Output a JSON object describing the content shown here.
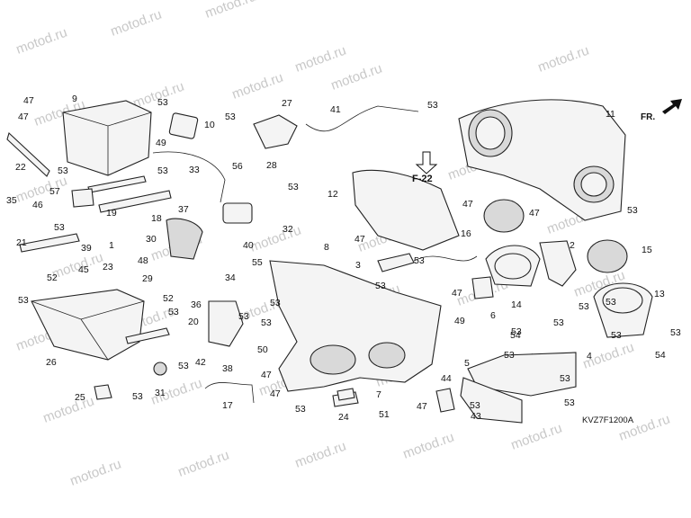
{
  "watermark": "motod.ru",
  "diagram_code": "KVZ7F1200A",
  "ref_label": "F-22",
  "direction_label": "FR.",
  "part_numbers": [
    "1",
    "2",
    "3",
    "4",
    "5",
    "6",
    "7",
    "8",
    "9",
    "10",
    "11",
    "12",
    "13",
    "14",
    "15",
    "16",
    "17",
    "18",
    "19",
    "20",
    "21",
    "22",
    "23",
    "24",
    "25",
    "26",
    "27",
    "28",
    "29",
    "30",
    "31",
    "32",
    "33",
    "34",
    "35",
    "36",
    "37",
    "38",
    "39",
    "40",
    "41",
    "42",
    "43",
    "44",
    "45",
    "46",
    "47",
    "48",
    "49",
    "50",
    "51",
    "52",
    "53",
    "54",
    "55",
    "56",
    "57"
  ]
}
